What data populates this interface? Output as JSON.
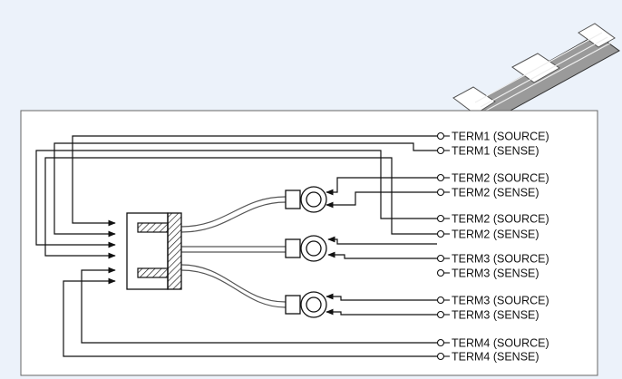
{
  "terminals": [
    "TERM1 (SOURCE)",
    "TERM1 (SENSE)",
    "TERM2 (SOURCE)",
    "TERM2 (SENSE)",
    "TERM2 (SOURCE)",
    "TERM2 (SENSE)",
    "TERM3 (SOURCE)",
    "TERM3 (SENSE)",
    "TERM3 (SOURCE)",
    "TERM3 (SENSE)",
    "TERM4 (SOURCE)",
    "TERM4 (SENSE)"
  ],
  "colors": {
    "background": "#ecf2fa",
    "panel": "#ffffff",
    "line": "#111111",
    "cable": "#555555"
  },
  "icons": [
    "cable-assembly-icon",
    "connector-block-icon",
    "measurement-meter-icon"
  ]
}
